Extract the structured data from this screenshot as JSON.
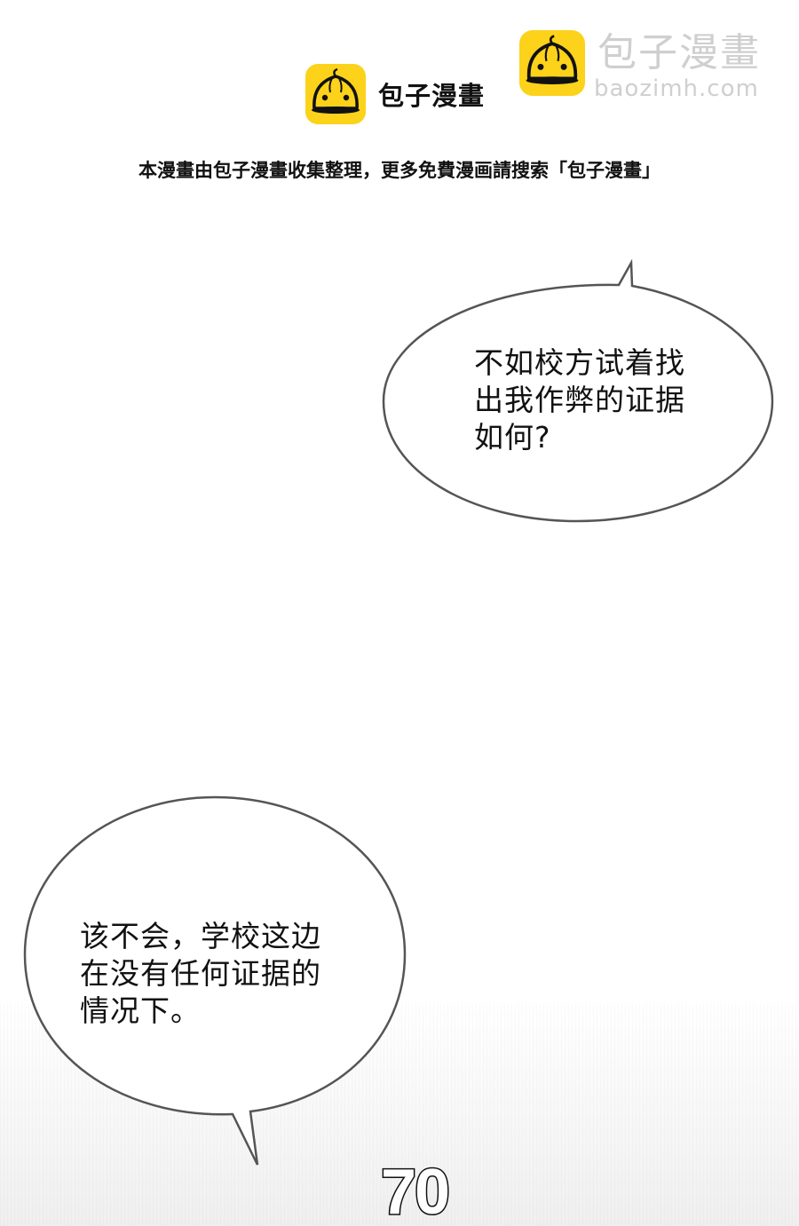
{
  "header": {
    "brand_name": "包子漫畫",
    "watermark_name": "包子漫畫",
    "watermark_url": "baozimh.com",
    "notice": "本漫畫由包子漫畫收集整理，更多免費漫画請搜索「包子漫畫」",
    "brand_color": "#fcd21a"
  },
  "bubbles": [
    {
      "id": "bubble-1",
      "text": "不如校方试着找\n出我作弊的证据\n如何?"
    },
    {
      "id": "bubble-2",
      "text": "该不会，学校这边\n在没有任何证据的\n情况下。"
    }
  ],
  "page": {
    "number": "70"
  }
}
